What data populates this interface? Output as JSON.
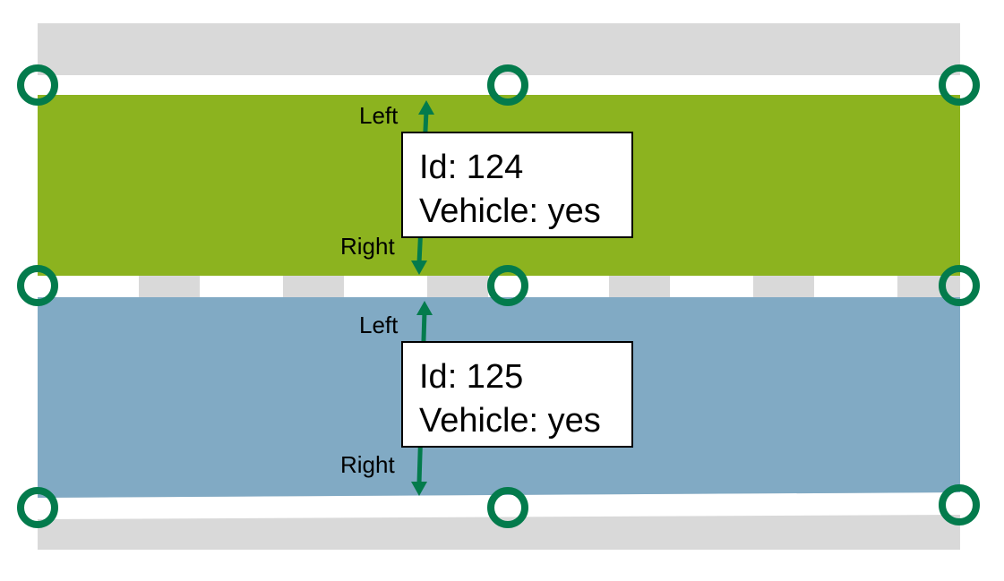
{
  "colors": {
    "road": "#d9d9d9",
    "lane_green": "#8cb31f",
    "lane_blue": "#81aac4",
    "marker": "#037b4c",
    "divider": "#ffffff"
  },
  "lanes": [
    {
      "id_text": "Id: 124",
      "vehicle_text": "Vehicle: yes",
      "left_label": "Left",
      "right_label": "Right",
      "fill": "lane_green"
    },
    {
      "id_text": "Id: 125",
      "vehicle_text": "Vehicle: yes",
      "left_label": "Left",
      "right_label": "Right",
      "fill": "lane_blue"
    }
  ],
  "icons": {
    "node": "ring-node-icon",
    "direction": "double-arrow-icon"
  }
}
